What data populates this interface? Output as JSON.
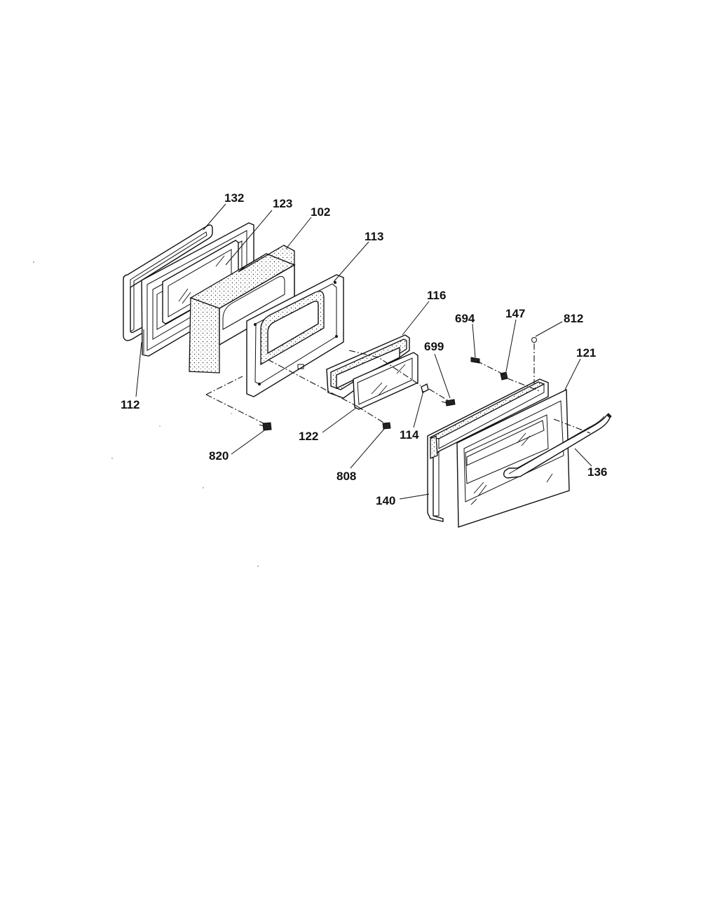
{
  "diagram": {
    "callouts": [
      {
        "id": "132",
        "text": "132"
      },
      {
        "id": "123",
        "text": "123"
      },
      {
        "id": "102",
        "text": "102"
      },
      {
        "id": "113",
        "text": "113"
      },
      {
        "id": "116",
        "text": "116"
      },
      {
        "id": "694",
        "text": "694"
      },
      {
        "id": "147",
        "text": "147"
      },
      {
        "id": "812",
        "text": "812"
      },
      {
        "id": "699",
        "text": "699"
      },
      {
        "id": "121",
        "text": "121"
      },
      {
        "id": "112",
        "text": "112"
      },
      {
        "id": "122",
        "text": "122"
      },
      {
        "id": "114",
        "text": "114"
      },
      {
        "id": "820",
        "text": "820"
      },
      {
        "id": "808",
        "text": "808"
      },
      {
        "id": "136",
        "text": "136"
      },
      {
        "id": "140",
        "text": "140"
      }
    ],
    "parts": [
      {
        "id": "132",
        "name": "door-gasket"
      },
      {
        "id": "112",
        "name": "inner-door-panel"
      },
      {
        "id": "123",
        "name": "inner-window-frame"
      },
      {
        "id": "102",
        "name": "door-liner-box"
      },
      {
        "id": "113",
        "name": "window-panel"
      },
      {
        "id": "116",
        "name": "glass-retainer"
      },
      {
        "id": "122",
        "name": "glass-pane"
      },
      {
        "id": "114",
        "name": "clip"
      },
      {
        "id": "699",
        "name": "screw"
      },
      {
        "id": "808",
        "name": "screw"
      },
      {
        "id": "820",
        "name": "screw"
      },
      {
        "id": "694",
        "name": "screw"
      },
      {
        "id": "147",
        "name": "spacer"
      },
      {
        "id": "812",
        "name": "screw"
      },
      {
        "id": "140",
        "name": "outer-door-frame"
      },
      {
        "id": "121",
        "name": "outer-glass-panel"
      },
      {
        "id": "136",
        "name": "door-handle"
      }
    ]
  }
}
